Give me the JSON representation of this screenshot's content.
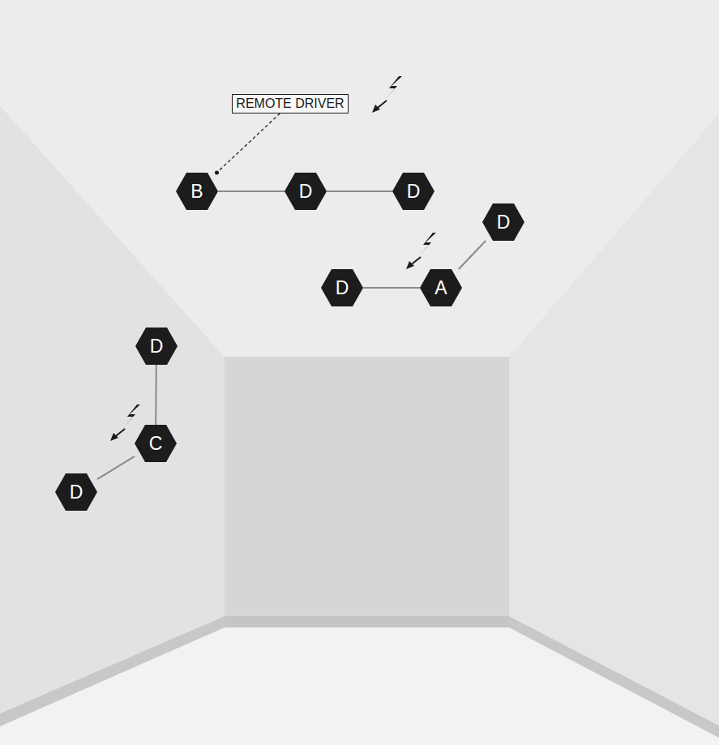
{
  "diagram": {
    "nodes": [
      {
        "text": [
          "REMOTE DRIVER"
        ]
      },
      {
        "text": [
          "B"
        ]
      },
      {
        "text": [
          "D"
        ]
      },
      {
        "text": [
          "D"
        ]
      },
      {
        "text": [
          "D"
        ]
      },
      {
        "text": [
          "D"
        ]
      },
      {
        "text": [
          "A"
        ]
      },
      {
        "text": [
          "D"
        ]
      },
      {
        "text": [
          "C"
        ]
      },
      {
        "text": [
          "D"
        ]
      }
    ],
    "edges": [
      {
        "from": 0,
        "to": 1,
        "arrow": "none"
      },
      {
        "from": 1,
        "to": 2,
        "arrow": "none"
      },
      {
        "from": 2,
        "to": 3,
        "arrow": "none"
      },
      {
        "from": 6,
        "to": 5,
        "arrow": "none"
      },
      {
        "from": 6,
        "to": 4,
        "arrow": "none"
      },
      {
        "from": 8,
        "to": 7,
        "arrow": "none"
      },
      {
        "from": 8,
        "to": 9,
        "arrow": "none"
      }
    ]
  }
}
